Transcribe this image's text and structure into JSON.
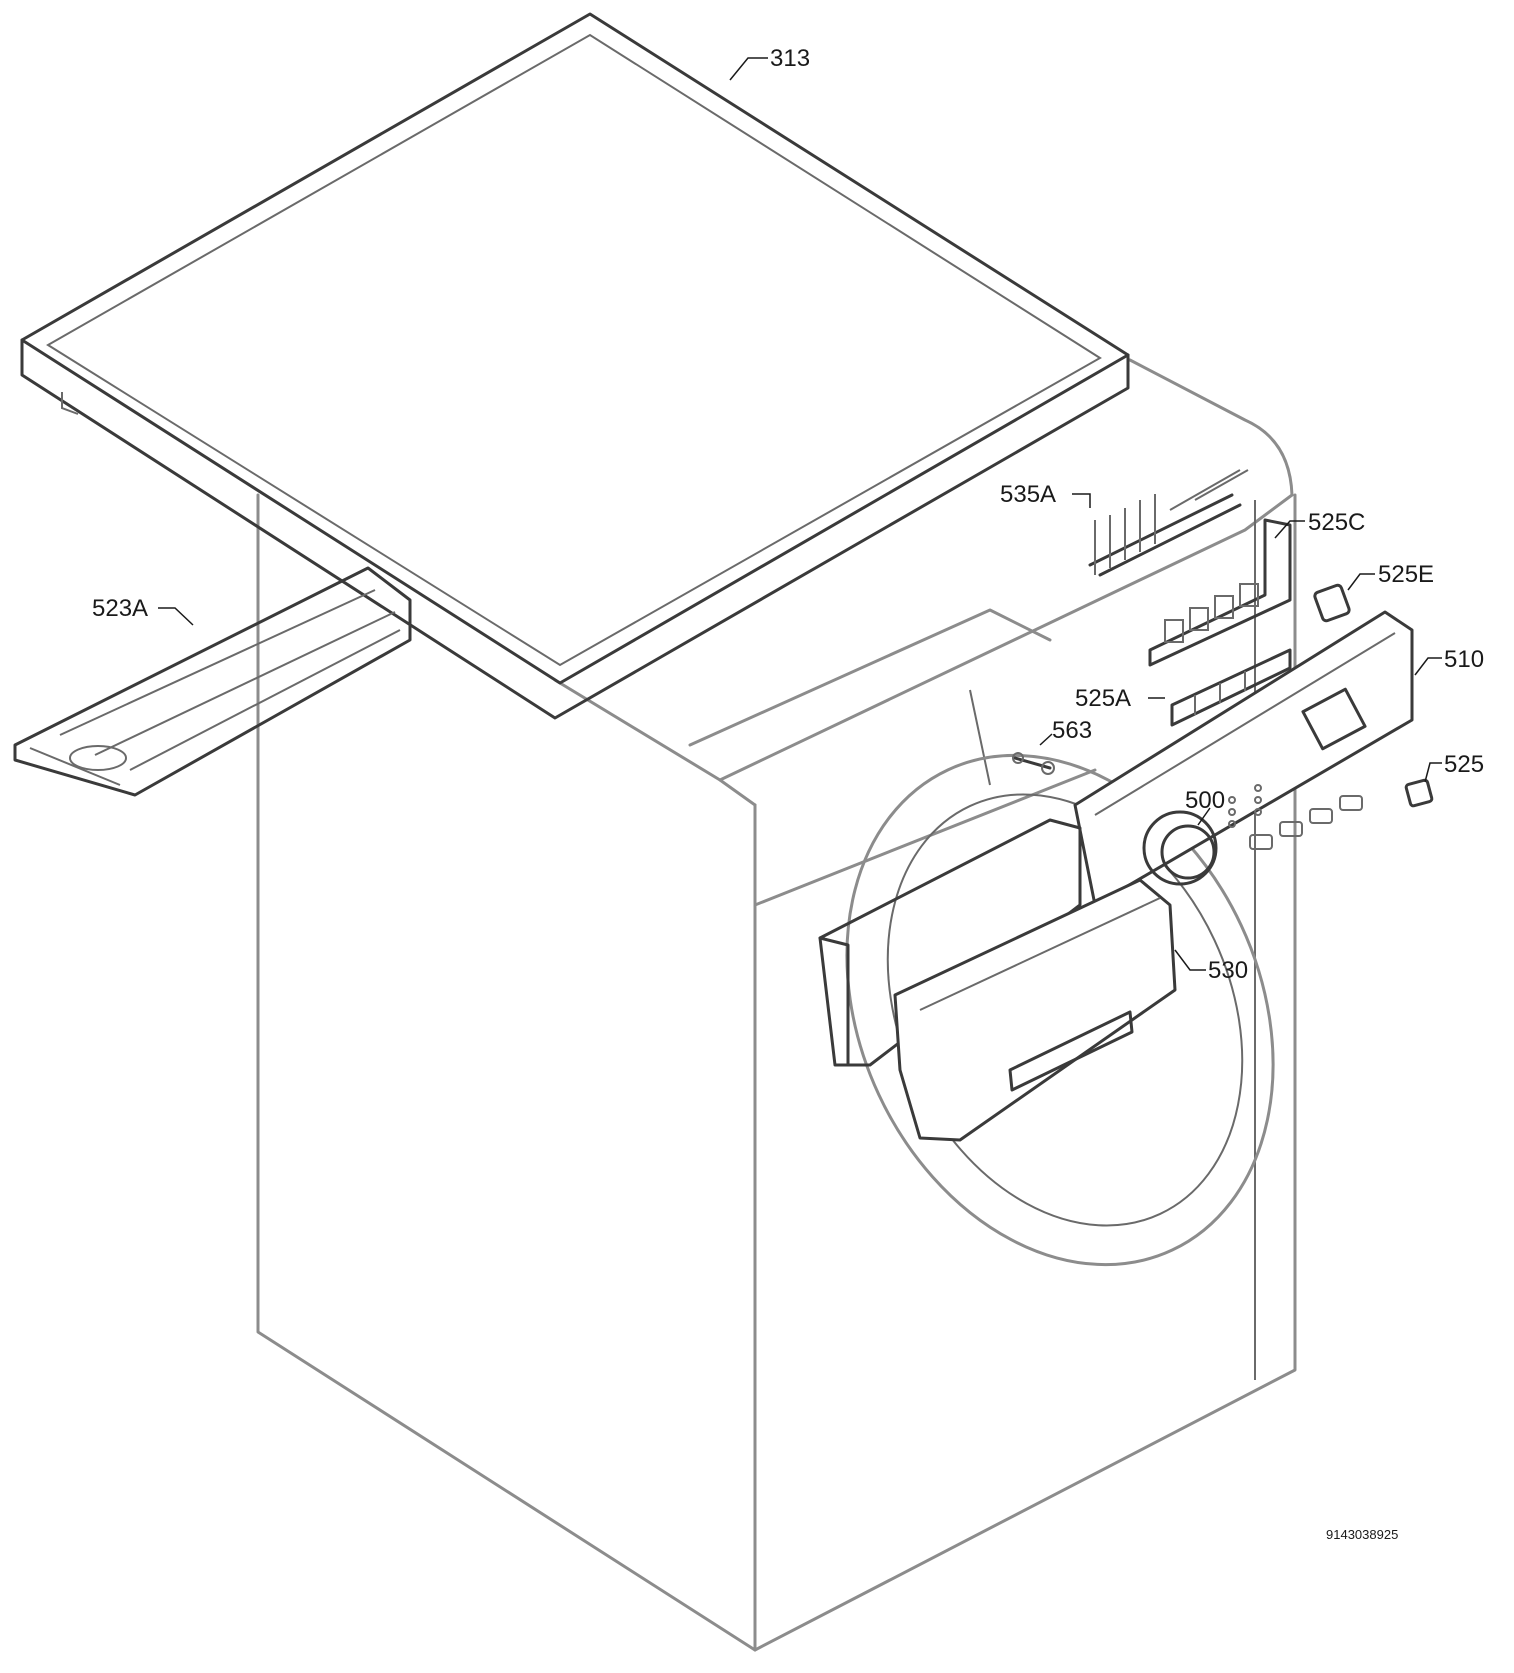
{
  "labels": {
    "top_cover": "313",
    "rail": "523A",
    "wiring_harness": "535A",
    "board_upper": "525C",
    "button_single": "525E",
    "control_panel": "510",
    "board_lower": "525A",
    "pin": "563",
    "knob": "500",
    "switch": "525",
    "dispenser_drawer": "530"
  },
  "document_number": "9143038925"
}
